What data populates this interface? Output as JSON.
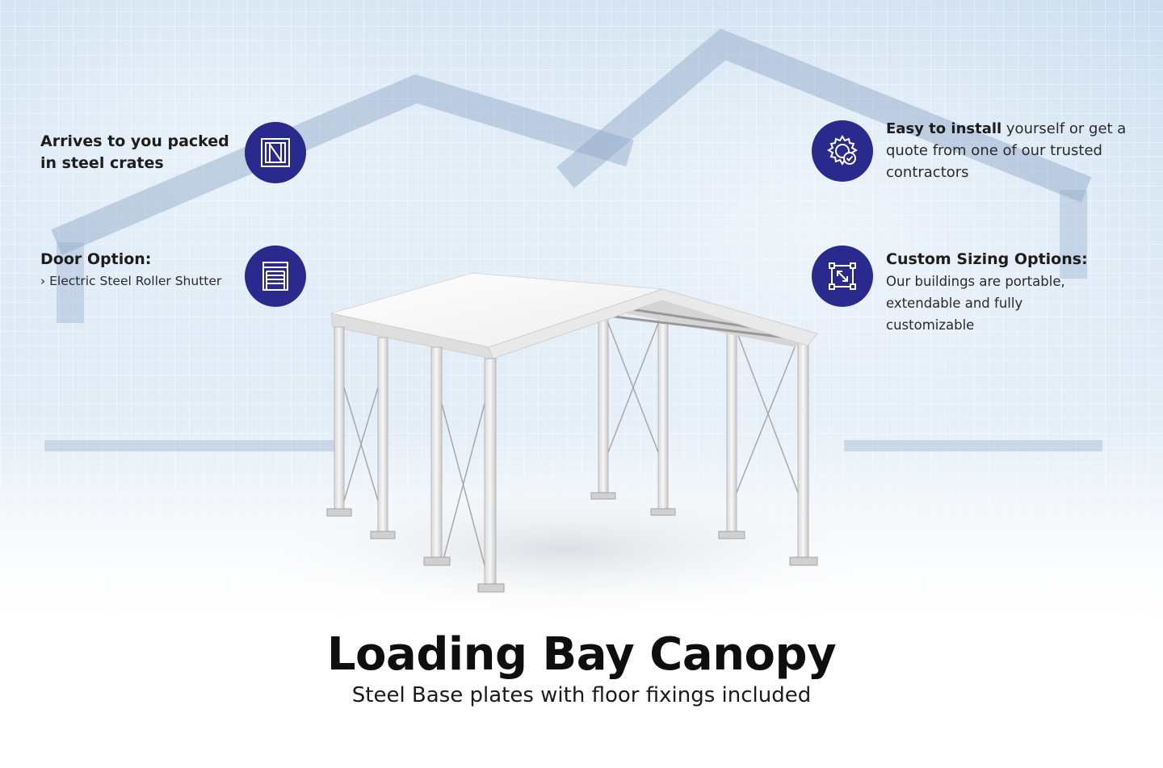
{
  "features": {
    "crates": {
      "title": "Arrives to you packed in steel crates",
      "icon": "crate-icon"
    },
    "door": {
      "title": "Door Option:",
      "text": "› Electric Steel Roller Shutter",
      "icon": "roller-shutter-icon"
    },
    "install": {
      "title_bold": "Easy to install",
      "text": " yourself or get a quote from one of our trusted  contractors",
      "icon": "gear-check-icon"
    },
    "sizing": {
      "title": "Custom Sizing Options:",
      "text": "Our buildings are portable, extendable and fully customizable",
      "icon": "resize-icon"
    }
  },
  "product": {
    "title": "Loading Bay Canopy",
    "subtitle": "Steel Base plates with floor fixings included"
  },
  "colors": {
    "accent": "#2a2a8e",
    "sky": "#d7e6f4"
  }
}
